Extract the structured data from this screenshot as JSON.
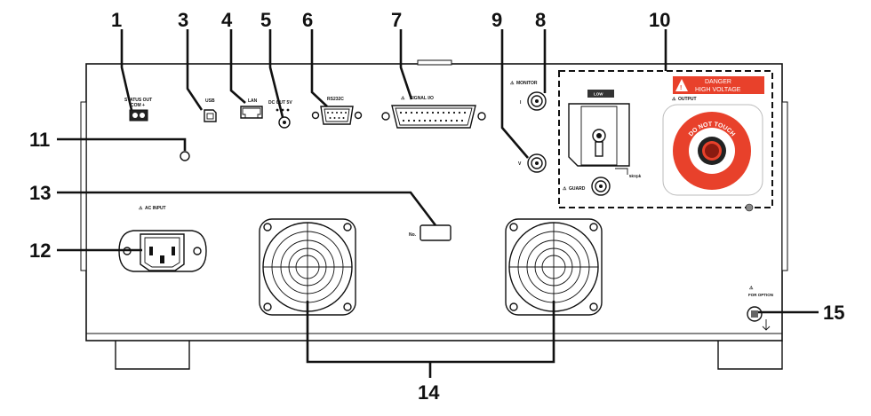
{
  "callouts": [
    "1",
    "3",
    "4",
    "5",
    "6",
    "7",
    "9",
    "8",
    "10",
    "11",
    "13",
    "12",
    "14",
    "15"
  ],
  "labels": {
    "status_out": "STATUS OUT",
    "status_out_pins": "COM +",
    "usb": "USB",
    "lan": "LAN",
    "dc_out": "DC OUT 5V",
    "rs232c": "RS232C",
    "signal_io": "SIGNAL I/O",
    "monitor": "MONITOR",
    "monitor_i": "I",
    "monitor_v": "V",
    "guard": "GUARD",
    "output": "OUTPUT",
    "ac_input": "AC INPUT",
    "no": "No.",
    "for_option": "FOR OPTION",
    "ground_rating": "5kVpk",
    "low": "LOW"
  },
  "danger": {
    "line1": "DANGER",
    "line2": "HIGH VOLTAGE"
  },
  "do_not_touch": "DO NOT TOUCH",
  "colors": {
    "danger_red": "#e8412b",
    "line": "#111111",
    "background": "#ffffff"
  }
}
